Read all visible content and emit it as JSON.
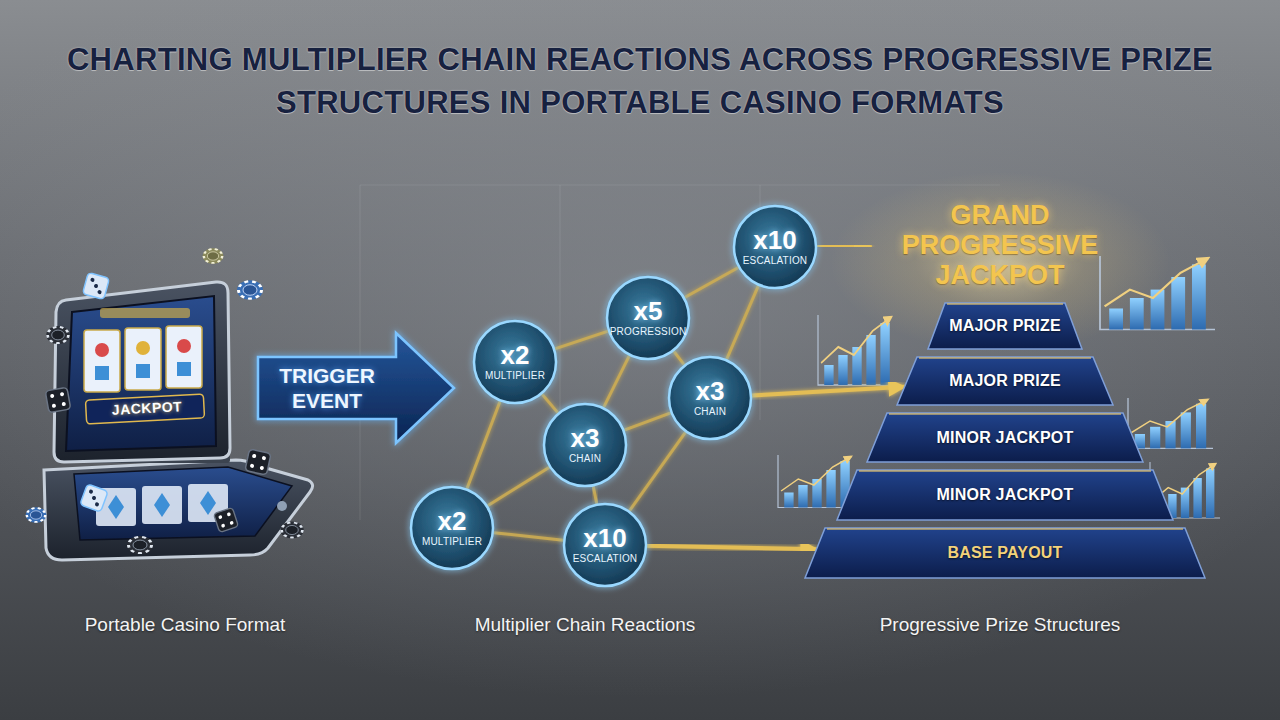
{
  "diagram": {
    "title": "CHARTING MULTIPLIER CHAIN REACTIONS ACROSS PROGRESSIVE PRIZE STRUCTURES IN PORTABLE CASINO FORMATS",
    "nodes": [
      {
        "text": [
          "TRIGGER EVENT"
        ]
      },
      {
        "text": [
          "x10",
          "ESCALATION"
        ]
      },
      {
        "text": [
          "x5",
          "PROGRESSION"
        ]
      },
      {
        "text": [
          "x2",
          "MULTIPLIER"
        ]
      },
      {
        "text": [
          "x3",
          "CHAIN"
        ]
      },
      {
        "text": [
          "x3",
          "CHAIN"
        ]
      },
      {
        "text": [
          "x2",
          "MULTIPLIER"
        ]
      },
      {
        "text": [
          "x10",
          "ESCALATION"
        ]
      },
      {
        "text": [
          "GRAND PROGRESSIVE JACKPOT"
        ]
      },
      {
        "text": [
          "MAJOR PRIZE"
        ]
      },
      {
        "text": [
          "MAJOR PRIZE"
        ]
      },
      {
        "text": [
          "MINOR JACKPOT"
        ]
      },
      {
        "text": [
          "MINOR JACKPOT"
        ]
      },
      {
        "text": [
          "BASE PAYOUT"
        ]
      }
    ],
    "edges": [
      {
        "from": 6,
        "to": 3,
        "arrow": "none"
      },
      {
        "from": 6,
        "to": 5,
        "arrow": "none"
      },
      {
        "from": 6,
        "to": 7,
        "arrow": "none"
      },
      {
        "from": 3,
        "to": 2,
        "arrow": "none"
      },
      {
        "from": 3,
        "to": 5,
        "arrow": "none"
      },
      {
        "from": 5,
        "to": 2,
        "arrow": "none"
      },
      {
        "from": 5,
        "to": 4,
        "arrow": "none"
      },
      {
        "from": 5,
        "to": 7,
        "arrow": "none"
      },
      {
        "from": 2,
        "to": 1,
        "arrow": "none"
      },
      {
        "from": 2,
        "to": 4,
        "arrow": "none"
      },
      {
        "from": 4,
        "to": 1,
        "arrow": "none"
      },
      {
        "from": 4,
        "to": 7,
        "arrow": "none"
      },
      {
        "from": 1,
        "to": 8,
        "arrow": "to"
      },
      {
        "from": 4,
        "to": 10,
        "arrow": "to"
      },
      {
        "from": 7,
        "to": 13,
        "arrow": "to"
      }
    ],
    "labels": [
      "JACKPOT",
      "Portable Casino Format",
      "Multiplier Chain Reactions",
      "Progressive Prize Structures"
    ]
  }
}
